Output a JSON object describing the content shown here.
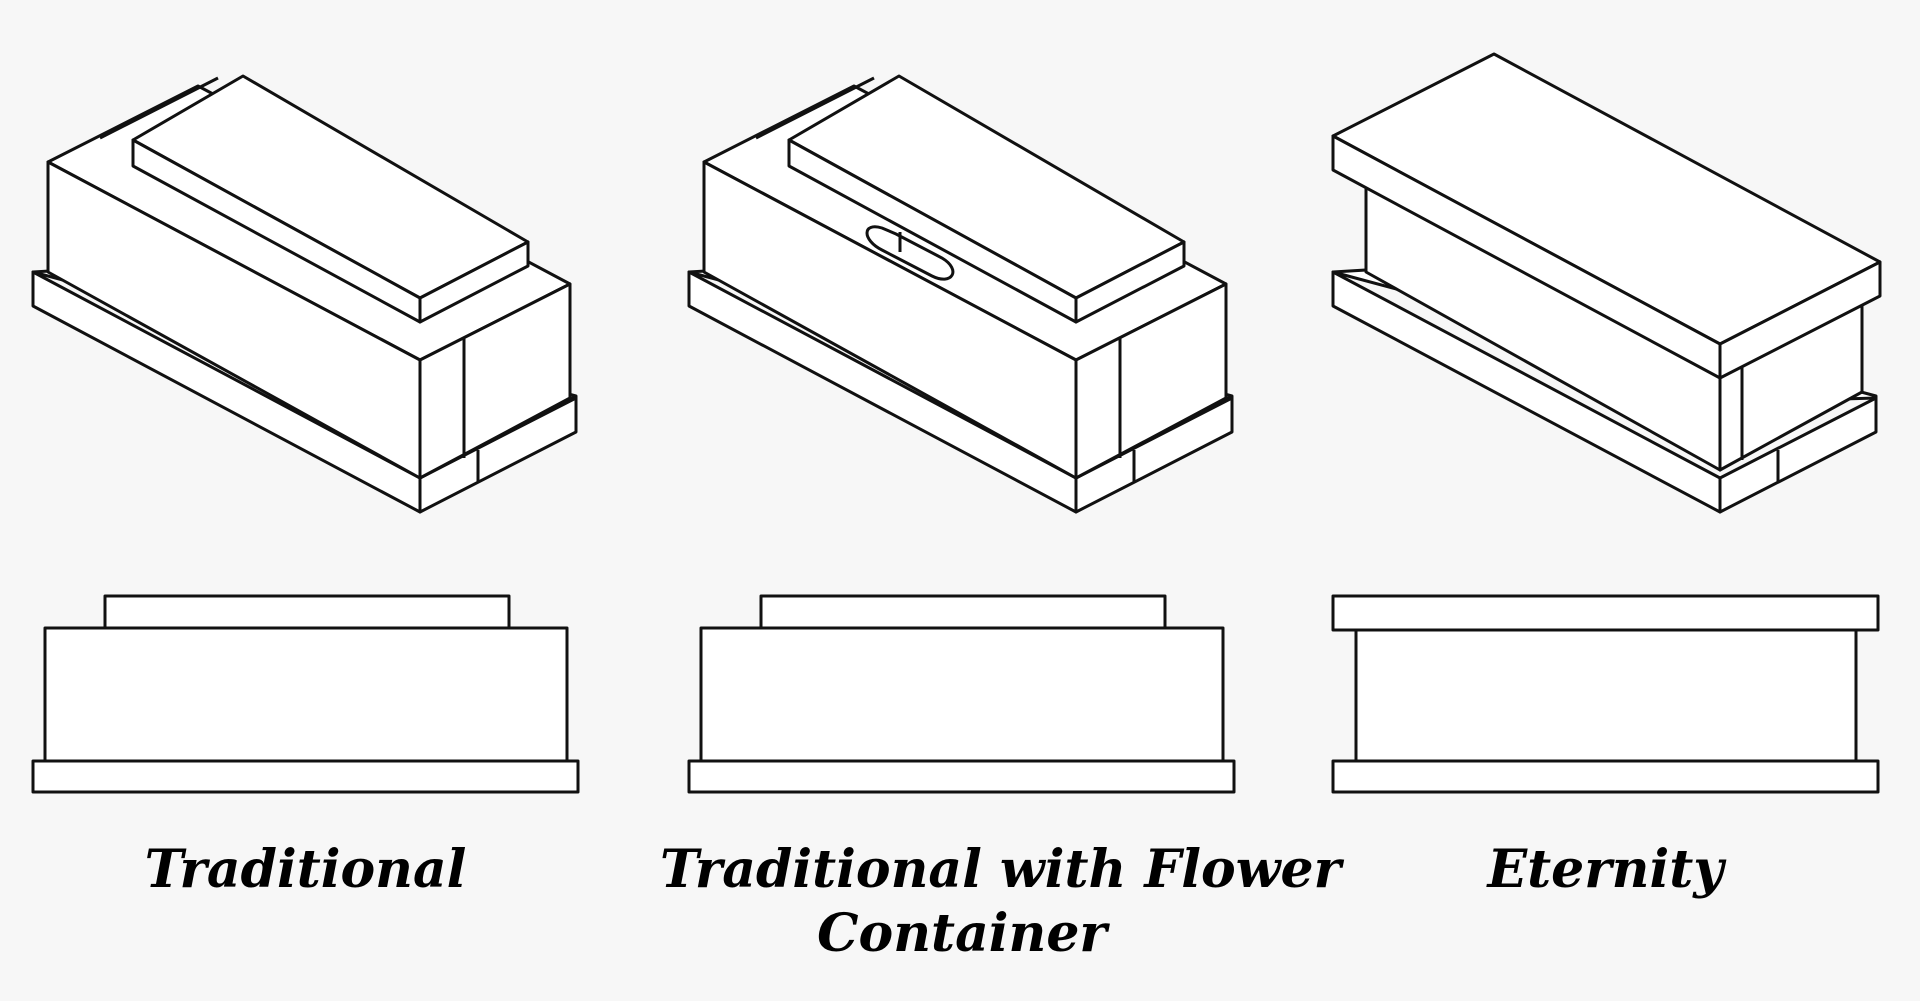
{
  "background_color": "#f7f7f7",
  "line_color": "#111111",
  "designs": [
    {
      "id": "traditional",
      "caption_lines": [
        "Traditional"
      ]
    },
    {
      "id": "traditional-flower",
      "caption_lines": [
        "Traditional with Flower",
        "Container"
      ]
    },
    {
      "id": "eternity",
      "caption_lines": [
        "Eternity"
      ]
    }
  ]
}
